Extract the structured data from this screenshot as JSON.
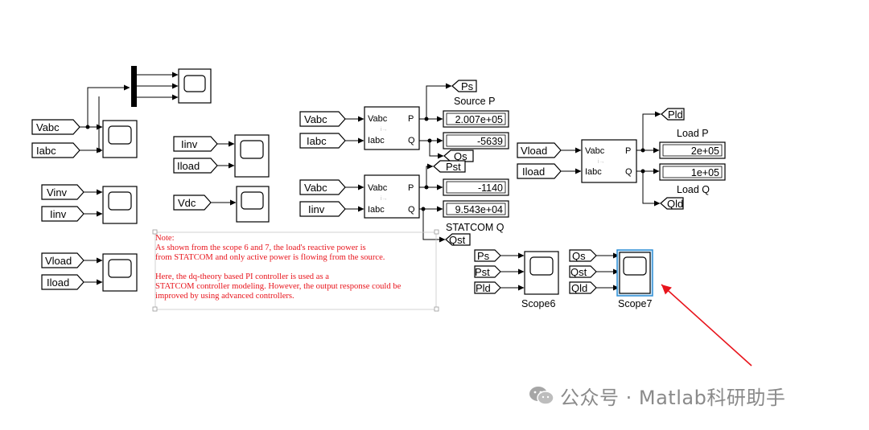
{
  "blocks": {
    "from_tags": {
      "vabc_1": "Vabc",
      "iabc_1": "Iabc",
      "vinv_1": "Vinv",
      "iinv_1": "Iinv",
      "vload_1": "Vload",
      "iload_1": "Iload",
      "iinv_2": "Iinv",
      "iload_2": "Iload",
      "vdc": "Vdc",
      "vabc_src": "Vabc",
      "iabc_src": "Iabc",
      "vabc_st": "Vabc",
      "iinv_st": "Iinv",
      "vload_ld": "Vload",
      "iload_ld": "Iload",
      "ps_s6": "Ps",
      "pst_s6": "Pst",
      "pld_s6": "Pld",
      "qs_s7": "Qs",
      "qst_s7": "Qst",
      "qld_s7": "Qld"
    },
    "goto_tags": {
      "ps": "Ps",
      "qs": "Qs",
      "pst": "Pst",
      "qst": "Qst",
      "pld": "Pld",
      "qld": "Qld"
    },
    "power_ports": {
      "in_v": "Vabc",
      "in_i": "Iabc",
      "out_p": "P",
      "out_q": "Q",
      "mid": "i→"
    },
    "displays": {
      "source_p": "2.007e+05",
      "source_q": "-5639",
      "statcom_p": "-1140",
      "statcom_q": "9.543e+04",
      "load_p": "2e+05",
      "load_q": "1e+05"
    },
    "labels": {
      "source_p": "Source P",
      "statcom_q": "STATCOM Q",
      "load_p": "Load P",
      "load_q": "Load Q",
      "scope6": "Scope6",
      "scope7": "Scope7"
    }
  },
  "note": {
    "text": "Note:\nAs shown from the scope 6 and 7, the load's reactive power is\nfrom STATCOM and only active power is flowing from the source.\n\nHere, the dq-theory based PI controller is used as a\nSTATCOM controller modeling. However, the output response could be\nimproved by using advanced controllers."
  },
  "watermark": {
    "text": "公众号 · Matlab科研助手",
    "icon": "wechat-icon"
  },
  "colors": {
    "annotation": "#e8141c",
    "selection": "#2f8fd6",
    "arrow": "#e8141c",
    "watermark": "#8a8a8a"
  }
}
